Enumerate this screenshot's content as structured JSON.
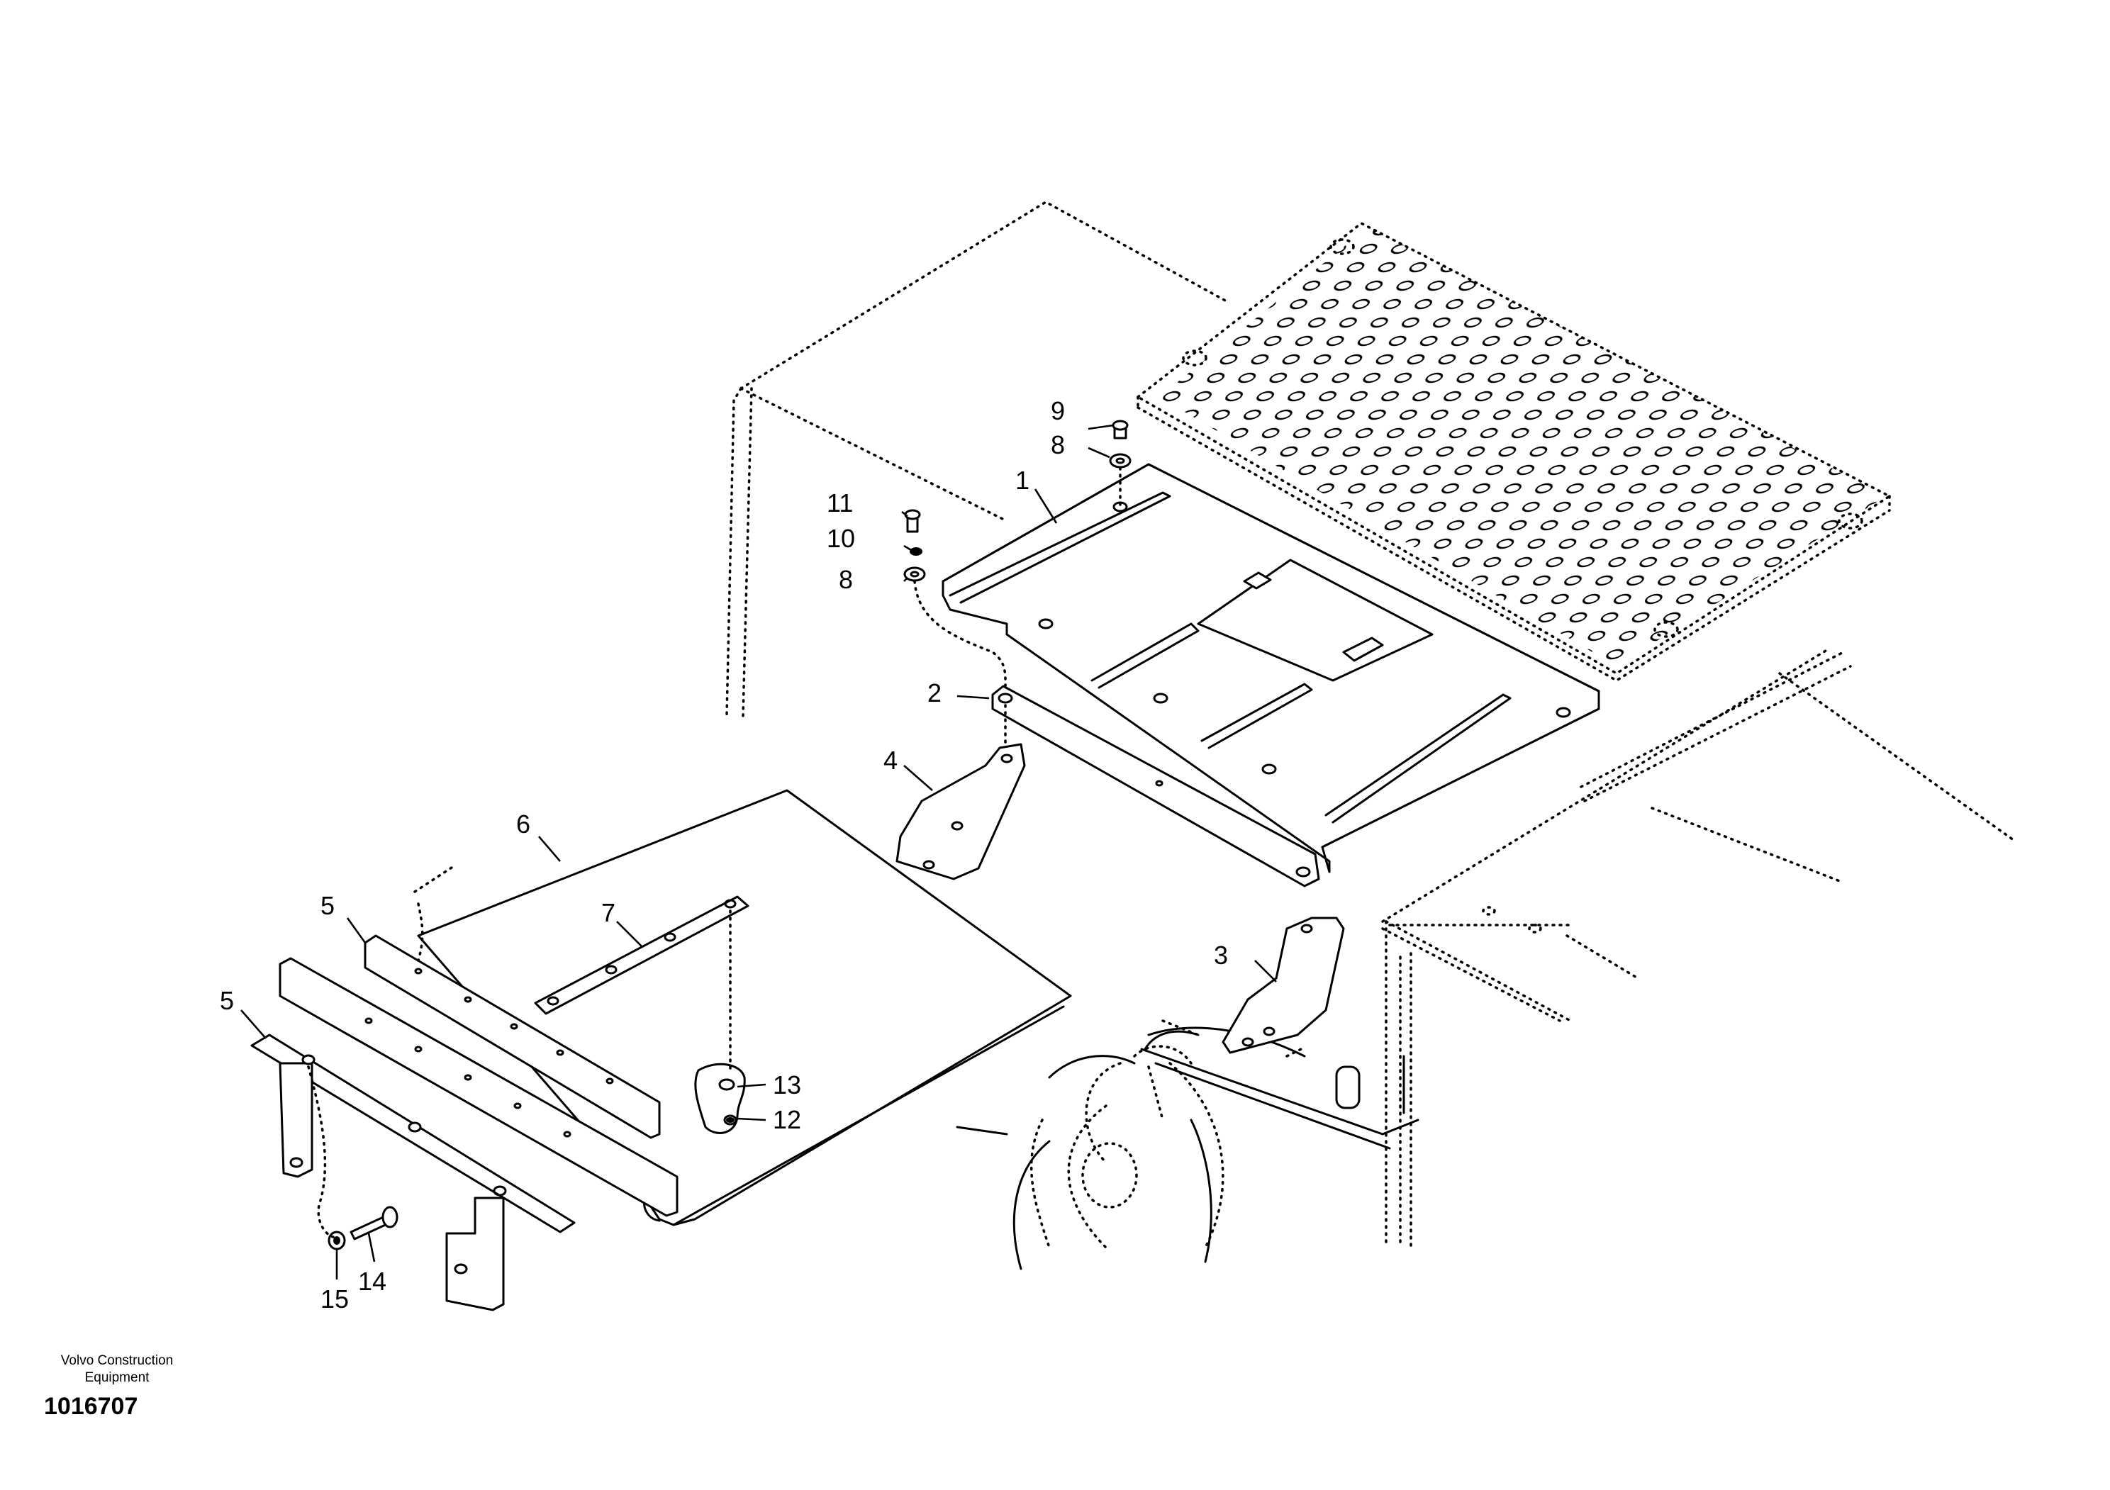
{
  "callouts": [
    "1",
    "2",
    "3",
    "4",
    "5",
    "5",
    "6",
    "7",
    "8",
    "8",
    "9",
    "10",
    "11",
    "12",
    "13",
    "14",
    "15"
  ],
  "footer": {
    "company": "Volvo Construction Equipment",
    "drawing_number": "1016707"
  }
}
